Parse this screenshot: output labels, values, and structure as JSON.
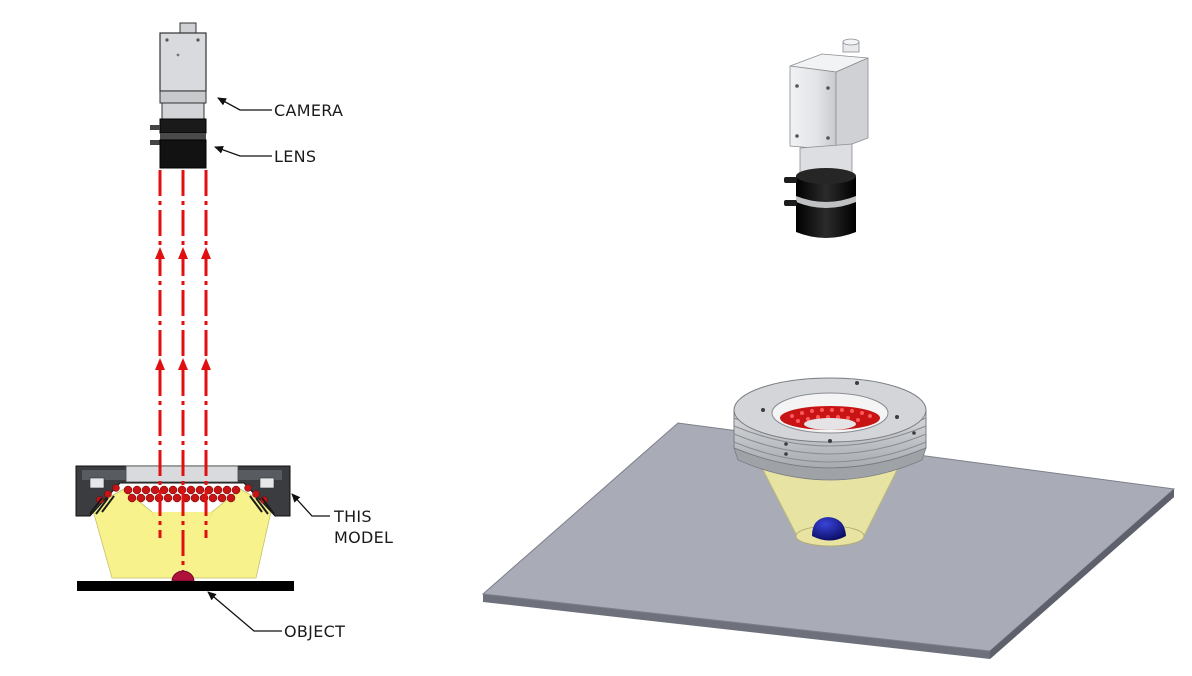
{
  "labels": {
    "camera": "CAMERA",
    "lens": "LENS",
    "model_line1": "THIS",
    "model_line2": "MODEL",
    "object": "OBJECT"
  },
  "colors": {
    "light_beam": "#f7f28c",
    "ray": "#e01010",
    "led": "#c81414",
    "housing_dark": "#3a3c40",
    "housing_light": "#d4d6d9",
    "camera_body": "#dfe1e4",
    "lens_black": "#111111",
    "plate_top": "#a9acb7",
    "plate_edge": "#6e717c",
    "ring": "#c7c9cd",
    "object_2d": "#b0103c",
    "object_3d": "#0c0f7a"
  },
  "icons": {
    "ray_arrow": "arrow-up-icon"
  }
}
